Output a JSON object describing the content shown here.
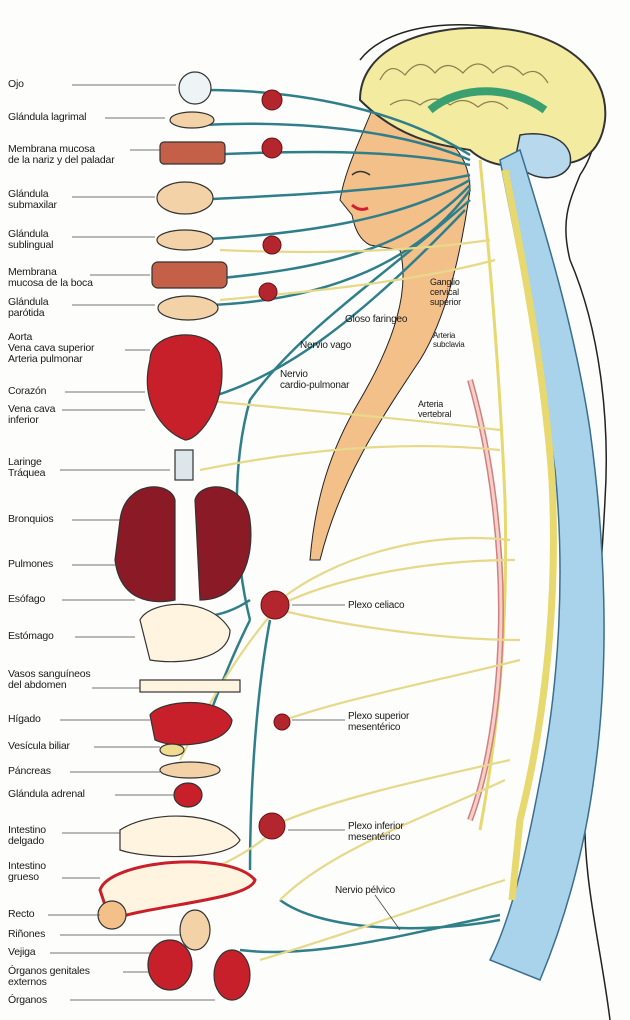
{
  "colors": {
    "nerve_parasympathetic": "#2f7f8a",
    "nerve_sympathetic": "#e6d98a",
    "organ_red": "#c8202a",
    "spine_blue": "#a8d3ea",
    "brain_yellow": "#f3eba0",
    "skin": "#f3c08a",
    "ganglion": "#b3262d"
  },
  "labels_left": [
    {
      "id": "ojo",
      "text": "Ojo"
    },
    {
      "id": "glandula-lagrimal",
      "text": "Glándula lagrimal"
    },
    {
      "id": "membrana-nariz",
      "text": "Membrana mucosa\nde la nariz y del paladar"
    },
    {
      "id": "glandula-submaxilar",
      "text": "Glándula\nsubmaxilar"
    },
    {
      "id": "glandula-sublingual",
      "text": "Glándula\nsublingual"
    },
    {
      "id": "membrana-boca",
      "text": "Membrana\nmucosa de la boca"
    },
    {
      "id": "glandula-parotida",
      "text": "Glándula\nparótida"
    },
    {
      "id": "aorta",
      "text": "Aorta\nVena cava superior\nArteria pulmonar"
    },
    {
      "id": "corazon",
      "text": "Corazón"
    },
    {
      "id": "vena-cava-inferior",
      "text": "Vena cava\ninferior"
    },
    {
      "id": "laringe",
      "text": "Laringe\nTráquea"
    },
    {
      "id": "bronquios",
      "text": "Bronquios"
    },
    {
      "id": "pulmones",
      "text": "Pulmones"
    },
    {
      "id": "esofago",
      "text": "Esófago"
    },
    {
      "id": "estomago",
      "text": "Estómago"
    },
    {
      "id": "vasos-abdomen",
      "text": "Vasos sanguíneos\ndel abdomen"
    },
    {
      "id": "higado",
      "text": "Hígado"
    },
    {
      "id": "vesicula",
      "text": "Vesícula biliar"
    },
    {
      "id": "pancreas",
      "text": "Páncreas"
    },
    {
      "id": "glandula-adrenal",
      "text": "Glándula adrenal"
    },
    {
      "id": "intestino-delgado",
      "text": "Intestino\ndelgado"
    },
    {
      "id": "intestino-grueso",
      "text": "Intestino\ngrueso"
    },
    {
      "id": "recto",
      "text": "Recto"
    },
    {
      "id": "rinones",
      "text": "Riñones"
    },
    {
      "id": "vejiga",
      "text": "Vejiga"
    },
    {
      "id": "organos-genitales",
      "text": "Órganos genitales\nexternos"
    },
    {
      "id": "organos",
      "text": "Órganos"
    }
  ],
  "labels_right": [
    {
      "id": "gloso-faringeo",
      "text": "Gloso faringeo"
    },
    {
      "id": "ganglio-cervical",
      "text": "Ganglio\ncervical\nsuperior"
    },
    {
      "id": "nervio-vago",
      "text": "Nervio vago"
    },
    {
      "id": "arteria-subclavia",
      "text": "Arteria\nsubclavia"
    },
    {
      "id": "nervio-cardio",
      "text": "Nervio\ncardio-pulmonar"
    },
    {
      "id": "arteria-vertebral",
      "text": "Arteria\nvertebral"
    },
    {
      "id": "plexo-celiaco",
      "text": "Plexo celiaco"
    },
    {
      "id": "plexo-superior",
      "text": "Plexo superior\nmesentérico"
    },
    {
      "id": "plexo-inferior",
      "text": "Plexo inferior\nmesentérico"
    },
    {
      "id": "nervio-pelvico",
      "text": "Nervio pélvico"
    }
  ]
}
